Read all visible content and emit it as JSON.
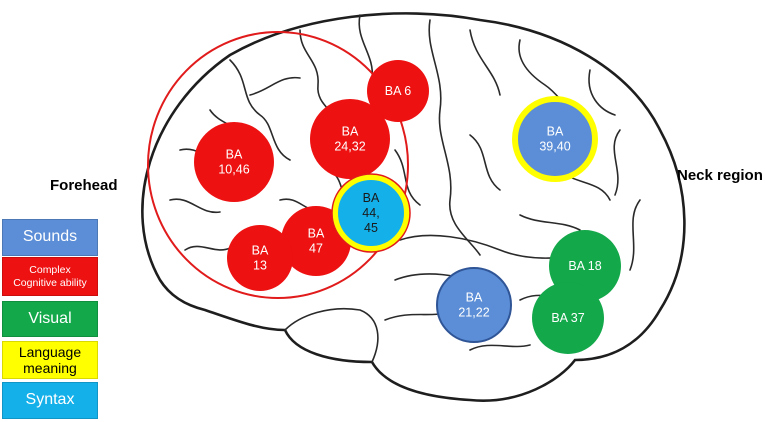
{
  "labels": {
    "forehead": "Forehead",
    "neck_region": "Neck region"
  },
  "legend": [
    {
      "key": "sounds",
      "lines": [
        "Sounds"
      ],
      "color": "#5b8ed6",
      "text_color": "#ffffff"
    },
    {
      "key": "complex",
      "lines": [
        "Complex",
        "Cognitive ability"
      ],
      "color": "#ee1111",
      "text_color": "#ffffff"
    },
    {
      "key": "visual",
      "lines": [
        "Visual"
      ],
      "color": "#13a84a",
      "text_color": "#ffffff"
    },
    {
      "key": "language",
      "lines": [
        "Language",
        "meaning"
      ],
      "color": "#ffff00",
      "text_color": "#000000"
    },
    {
      "key": "syntax",
      "lines": [
        "Syntax"
      ],
      "color": "#14b0ea",
      "text_color": "#ffffff"
    }
  ],
  "areas": [
    {
      "key": "ba6",
      "lines": [
        "BA 6"
      ],
      "category": "complex"
    },
    {
      "key": "ba1046",
      "lines": [
        "BA",
        "10,46"
      ],
      "category": "complex"
    },
    {
      "key": "ba2432",
      "lines": [
        "BA",
        "24,32"
      ],
      "category": "complex"
    },
    {
      "key": "ba4445",
      "lines": [
        "BA",
        "44,",
        "45"
      ],
      "category": "syntax",
      "ring": "language"
    },
    {
      "key": "ba47",
      "lines": [
        "BA",
        "47"
      ],
      "category": "complex"
    },
    {
      "key": "ba13",
      "lines": [
        "BA",
        "13"
      ],
      "category": "complex"
    },
    {
      "key": "ba3940",
      "lines": [
        "BA",
        "39,40"
      ],
      "category": "sounds",
      "ring": "language"
    },
    {
      "key": "ba18",
      "lines": [
        "BA 18"
      ],
      "category": "visual"
    },
    {
      "key": "ba37",
      "lines": [
        "BA 37"
      ],
      "category": "visual"
    },
    {
      "key": "ba2122",
      "lines": [
        "BA",
        "21,22"
      ],
      "category": "sounds"
    }
  ],
  "colors": {
    "outline": "#222222",
    "frontal_ellipse": "#e11b1b",
    "sounds_border": "#2f5597"
  }
}
